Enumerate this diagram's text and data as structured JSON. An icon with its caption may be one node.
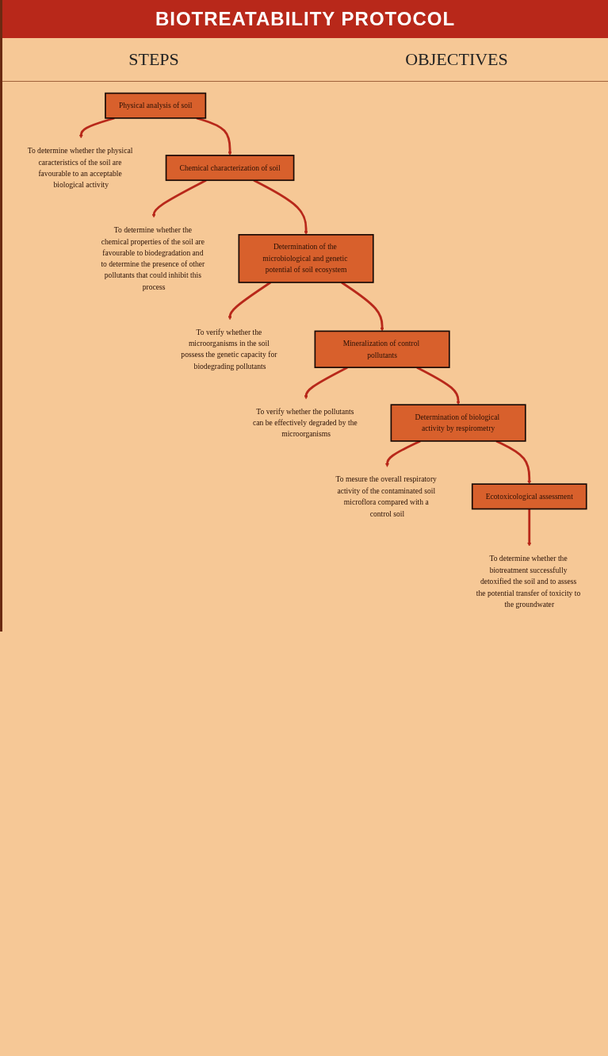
{
  "diagram": {
    "title": "BIOTREATABILITY PROTOCOL",
    "nodes": [
      {
        "text": [
          "Physical analysis of soil"
        ]
      },
      {
        "text": [
          "To determine whether the physical caracteristics of the soil are favourable to an acceptable biological activity"
        ]
      },
      {
        "text": [
          "Chemical characterization of soil"
        ]
      },
      {
        "text": [
          "To determine whether the chemical properties of the soil are favourable to biodegradation and to determine the presence of other pollutants that could inhibit this process"
        ]
      },
      {
        "text": [
          "Determination of the microbiological and genetic potential of soil ecosystem"
        ]
      },
      {
        "text": [
          "To verify whether the microorganisms in the soil possess the genetic capacity for biodegrading pollutants"
        ]
      },
      {
        "text": [
          "Mineralization of control pollutants"
        ]
      },
      {
        "text": [
          "To verify whether the pollutants can be effectively degraded by the microorganisms"
        ]
      },
      {
        "text": [
          "Determination of biological activity by respirometry"
        ]
      },
      {
        "text": [
          "To mesure the overall respiratory activity of the contaminated soil microflora compared with a control soil"
        ]
      },
      {
        "text": [
          "Ecotoxicological assessment"
        ]
      },
      {
        "text": [
          "To determine whether the biotreatment successfully detoxified the soil and to assess the potential transfer of toxicity to the groundwater"
        ]
      }
    ],
    "edges": [
      {
        "from": 0,
        "to": 1,
        "arrow": "to"
      },
      {
        "from": 0,
        "to": 2,
        "arrow": "to"
      },
      {
        "from": 2,
        "to": 3,
        "arrow": "to"
      },
      {
        "from": 2,
        "to": 4,
        "arrow": "to"
      },
      {
        "from": 4,
        "to": 5,
        "arrow": "to"
      },
      {
        "from": 4,
        "to": 6,
        "arrow": "to"
      },
      {
        "from": 6,
        "to": 7,
        "arrow": "to"
      },
      {
        "from": 6,
        "to": 8,
        "arrow": "to"
      },
      {
        "from": 8,
        "to": 9,
        "arrow": "to"
      },
      {
        "from": 8,
        "to": 10,
        "arrow": "to"
      },
      {
        "from": 10,
        "to": 11,
        "arrow": "to"
      }
    ],
    "labels": [
      "STEPS",
      "OBJECTIVES"
    ]
  }
}
